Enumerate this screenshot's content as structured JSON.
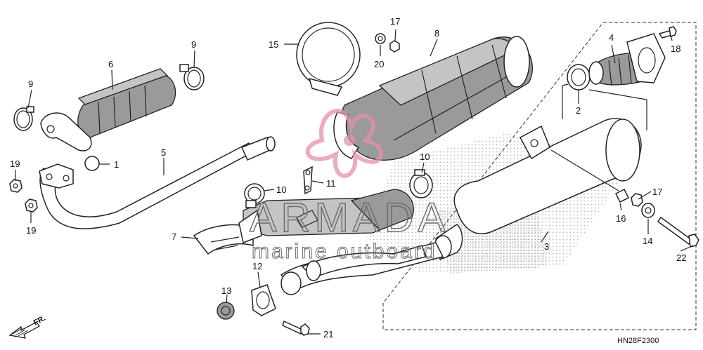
{
  "diagram": {
    "ref_code": "HN28F2300",
    "front_indicator": "FR.",
    "watermark": {
      "brand": "ARMADA",
      "tagline": "marine outboard"
    },
    "callouts": [
      {
        "id": "c1",
        "label": "1"
      },
      {
        "id": "c2",
        "label": "2"
      },
      {
        "id": "c3",
        "label": "3"
      },
      {
        "id": "c4",
        "label": "4"
      },
      {
        "id": "c5",
        "label": "5"
      },
      {
        "id": "c6",
        "label": "6"
      },
      {
        "id": "c7",
        "label": "7"
      },
      {
        "id": "c8",
        "label": "8"
      },
      {
        "id": "c9a",
        "label": "9"
      },
      {
        "id": "c9b",
        "label": "9"
      },
      {
        "id": "c10a",
        "label": "10"
      },
      {
        "id": "c10b",
        "label": "10"
      },
      {
        "id": "c11",
        "label": "11"
      },
      {
        "id": "c12",
        "label": "12"
      },
      {
        "id": "c13",
        "label": "13"
      },
      {
        "id": "c14",
        "label": "14"
      },
      {
        "id": "c15",
        "label": "15"
      },
      {
        "id": "c16",
        "label": "16"
      },
      {
        "id": "c17a",
        "label": "17"
      },
      {
        "id": "c17b",
        "label": "17"
      },
      {
        "id": "c18",
        "label": "18"
      },
      {
        "id": "c19a",
        "label": "19"
      },
      {
        "id": "c19b",
        "label": "19"
      },
      {
        "id": "c20",
        "label": "20"
      },
      {
        "id": "c21",
        "label": "21"
      },
      {
        "id": "c22",
        "label": "22"
      }
    ]
  }
}
